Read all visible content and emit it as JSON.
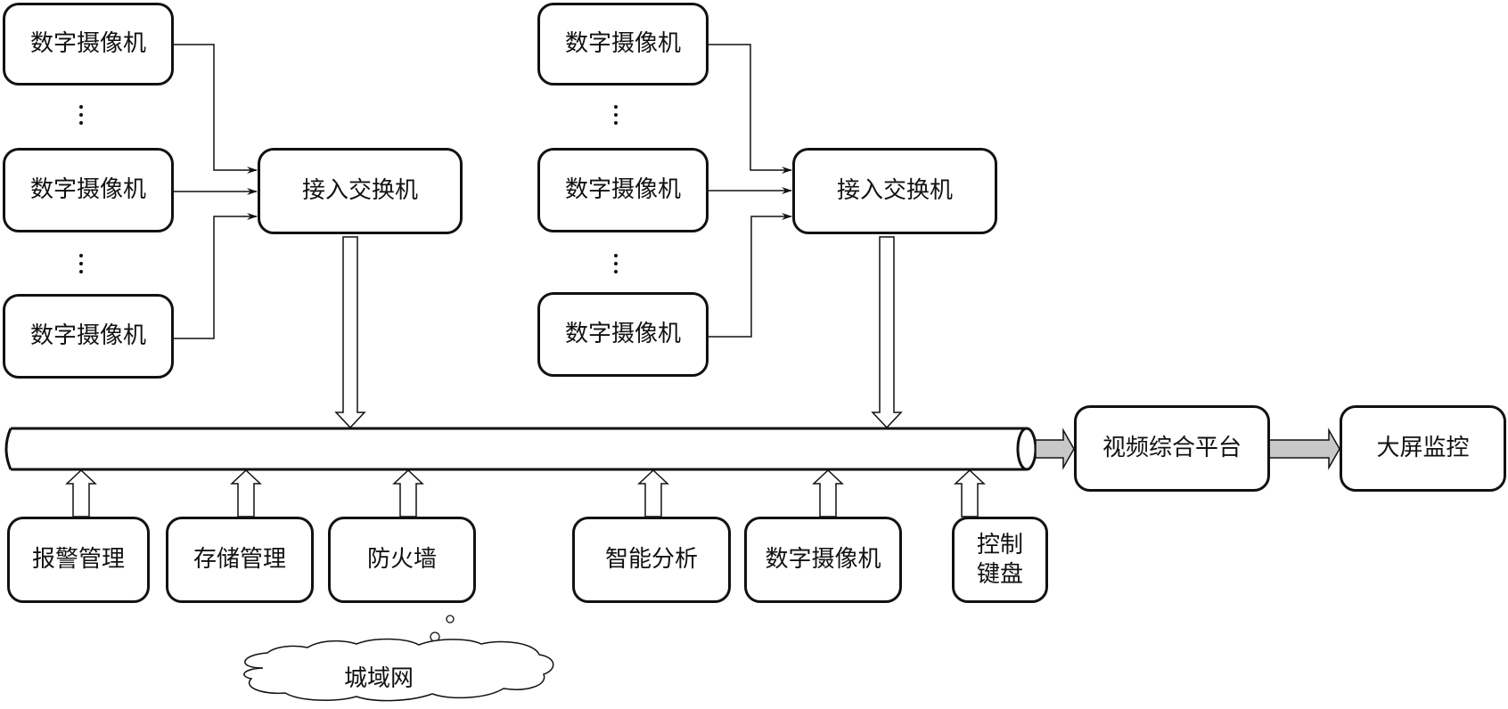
{
  "title": "Video surveillance network architecture",
  "camera_groups": [
    {
      "cameras": [
        "数字摄像机",
        "数字摄像机",
        "数字摄像机"
      ],
      "ellipsis": [
        "⋮",
        "⋮"
      ],
      "switch": "接入交换机"
    },
    {
      "cameras": [
        "数字摄像机",
        "数字摄像机",
        "数字摄像机"
      ],
      "ellipsis": [
        "⋮",
        "⋮"
      ],
      "switch": "接入交换机"
    }
  ],
  "backbone": {
    "name": "network-bus",
    "label": ""
  },
  "platform": "视频综合平台",
  "display": "大屏监控",
  "bottom_modules": [
    {
      "label": "报警管理"
    },
    {
      "label": "存储管理"
    },
    {
      "label": "防火墙"
    },
    {
      "label": "智能分析"
    },
    {
      "label": "数字摄像机"
    },
    {
      "label_lines": [
        "控制",
        "键盘"
      ]
    }
  ],
  "cloud": "城域网",
  "colors": {
    "stroke": "#111111",
    "fill_arrow": "#c8c8c8",
    "background": "#ffffff"
  }
}
